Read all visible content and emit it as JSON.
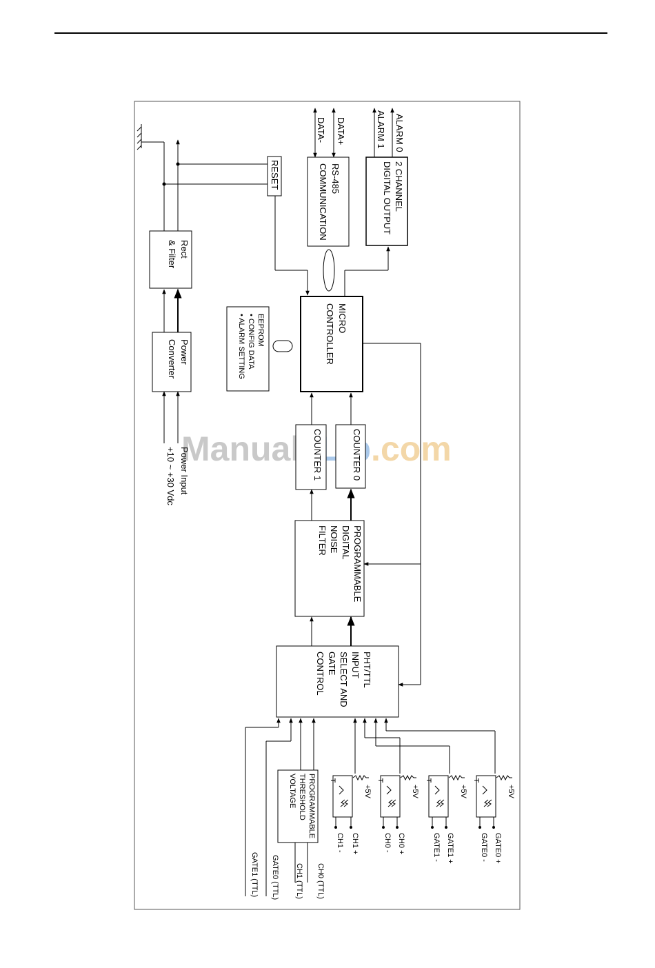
{
  "watermark": {
    "part1": "Manuals",
    "part2": "Lib",
    "part3": ".com"
  },
  "blocks": {
    "rect_filter": [
      "Rect",
      "& Filter"
    ],
    "power_converter": [
      "Power",
      "Converter"
    ],
    "power_input": [
      "Power Input",
      "+10 ~ +30 Vdc"
    ],
    "reset": "RESET",
    "rs485": [
      "RS-485",
      "COMMUNICATION"
    ],
    "digital_output": [
      "2 CHANNEL",
      "DIGITAL OUTPUT"
    ],
    "microcontroller": [
      "MICRO",
      "CONTROLLER"
    ],
    "eeprom": [
      "EEPROM",
      "• CONFIG DATA",
      "• ALARM SETTING"
    ],
    "counter0": "COUNTER 0",
    "counter1": "COUNTER 1",
    "noise_filter": [
      "PROGRAMMABLE",
      "DIGITAL",
      "NOISE",
      "FILTER"
    ],
    "input_select": [
      "PHT/TTL",
      "INPUT",
      "SELECT AND",
      "GATE",
      "CONTROL"
    ],
    "threshold": [
      "PROGRAMMABLE",
      "THRESHOLD",
      "VOLTAGE"
    ]
  },
  "signals": {
    "data_plus": "DATA+",
    "data_minus": "DATA-",
    "alarm0": "ALARM 0",
    "alarm1": "ALARM 1",
    "supply": "+5V",
    "ch1_plus": "CH1 +",
    "ch1_minus": "CH1 -",
    "ch0_plus": "CH0 +",
    "ch0_minus": "CH0 -",
    "gate1_plus": "GATE1 +",
    "gate1_minus": "GATE1 -",
    "gate0_plus": "GATE0 +",
    "gate0_minus": "GATE0 -",
    "ch0_ttl": "CH0 (TTL)",
    "ch1_ttl": "CH1 (TTL)",
    "gate0_ttl": "GATE0 (TTL)",
    "gate1_ttl": "GATE1 (TTL)"
  }
}
